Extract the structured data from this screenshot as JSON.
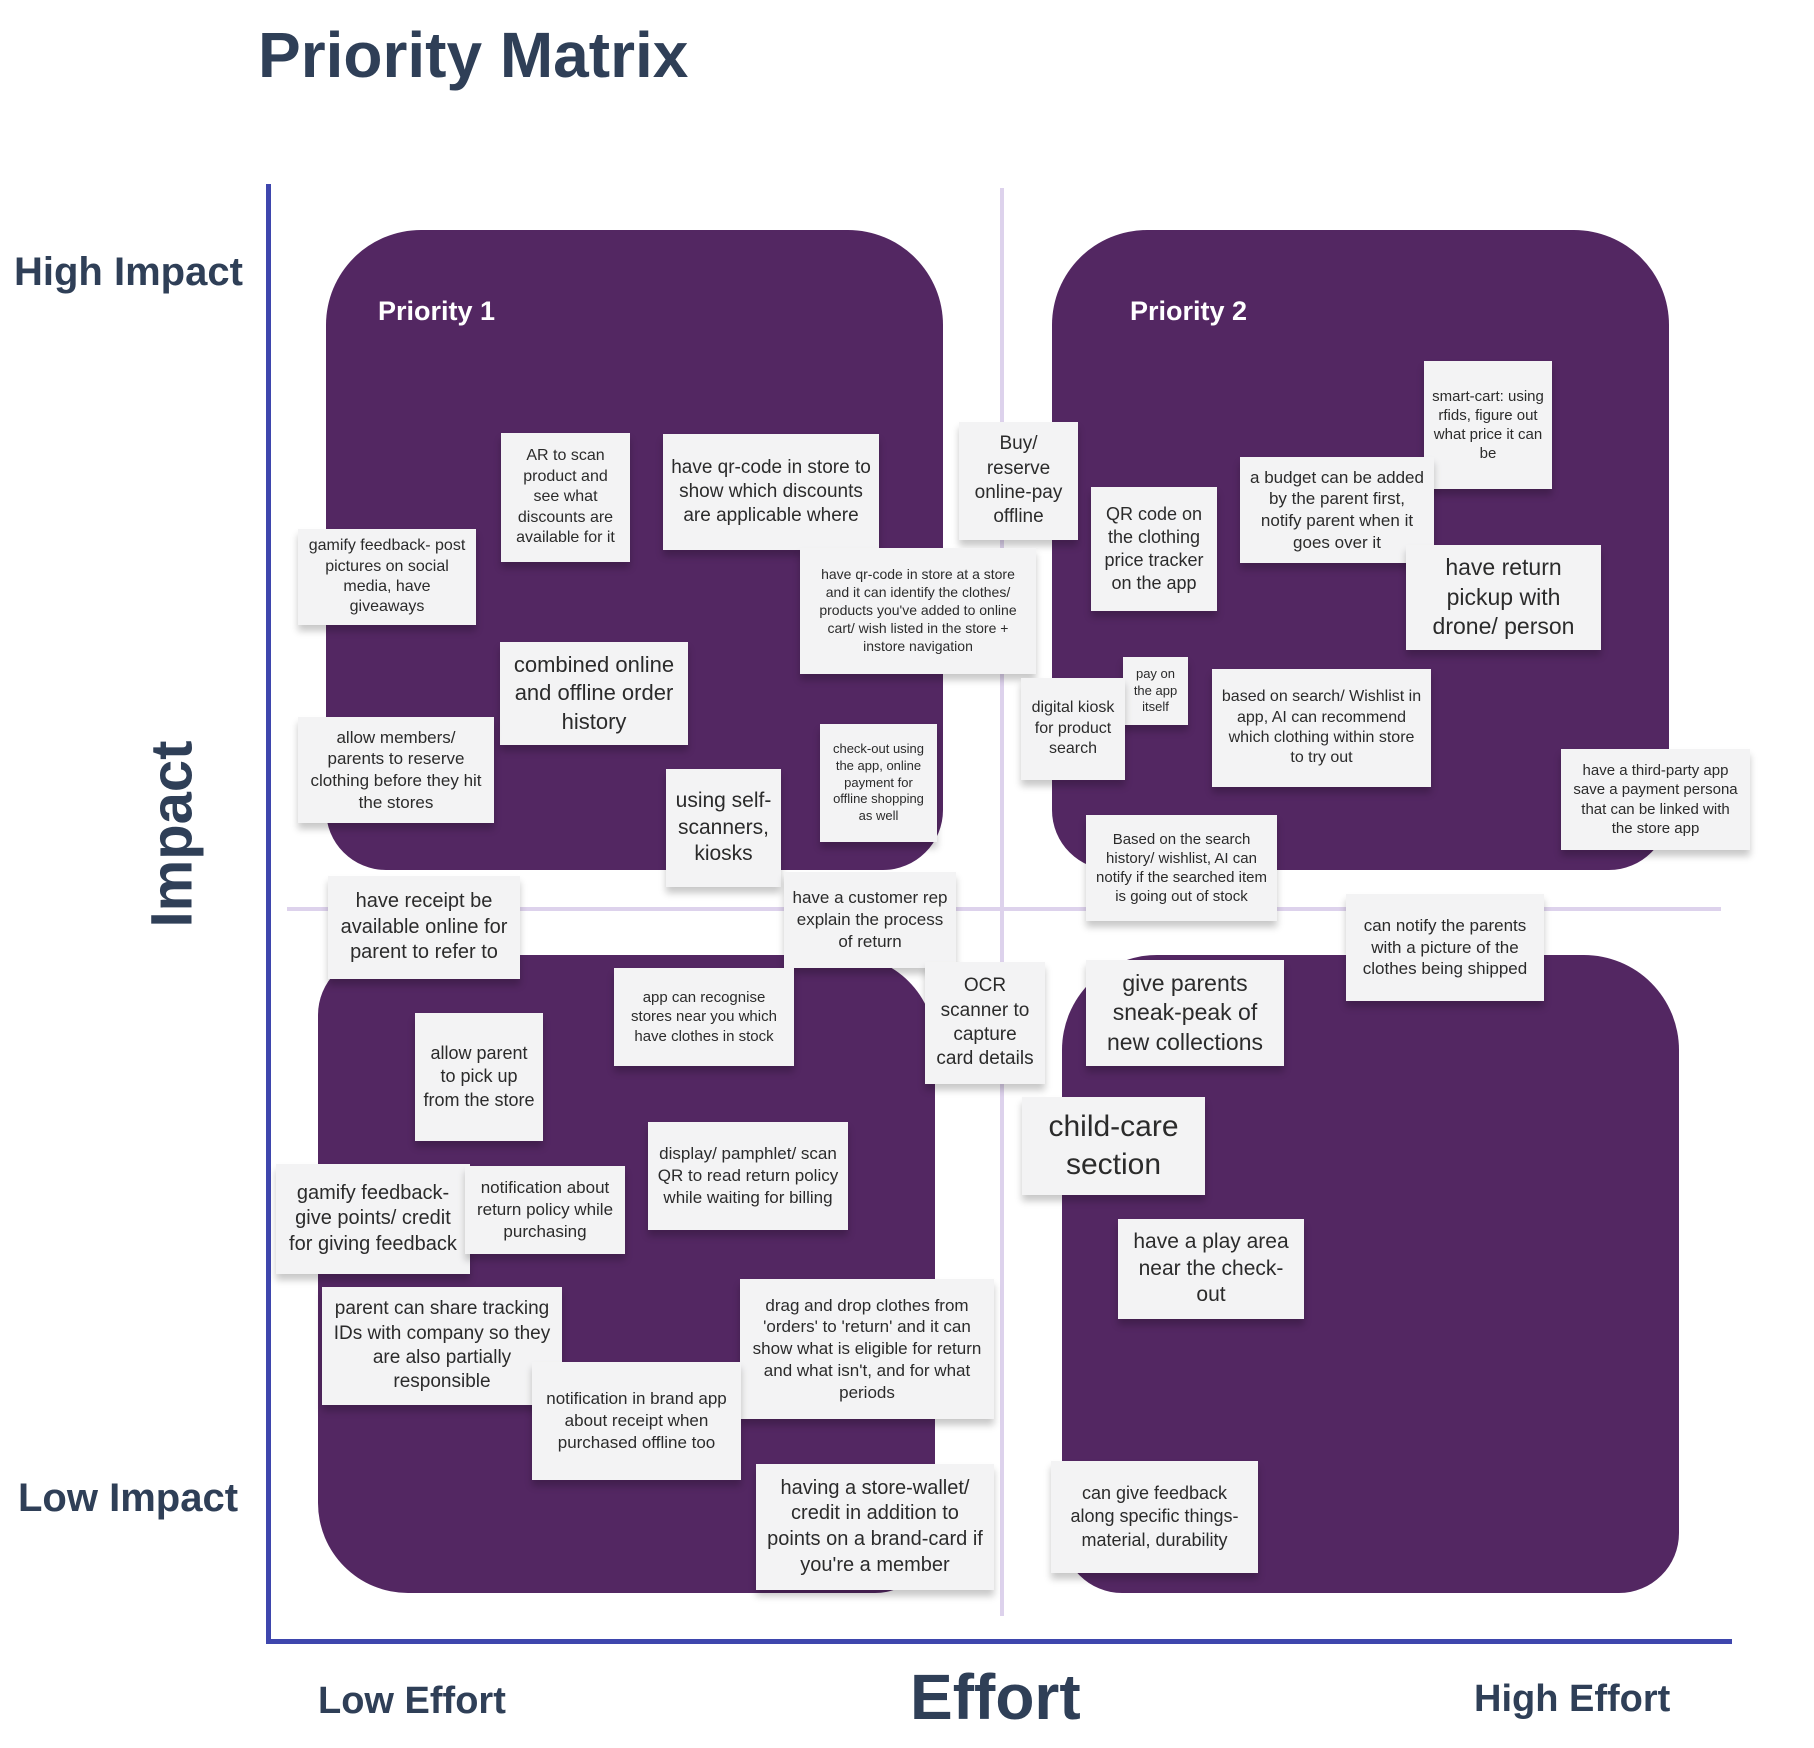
{
  "title": "Priority Matrix",
  "axes": {
    "y_title": "Impact",
    "y_high": "High Impact",
    "y_low": "Low Impact",
    "x_title": "Effort",
    "x_low": "Low Effort",
    "x_high": "High Effort"
  },
  "quadrants": {
    "top_left": {
      "label": "Priority 1"
    },
    "top_right": {
      "label": "Priority 2"
    }
  },
  "notes": [
    "AR to scan product and see what discounts are available for it",
    "have qr-code in store to show which discounts are applicable where",
    "Buy/ reserve online-pay offline",
    "gamify feedback- post pictures on social media, have giveaways",
    "have qr-code in store at a store and it can identify the clothes/ products you've added to online cart/ wish listed in the store + instore navigation",
    "combined online and offline order history",
    "allow members/ parents to reserve clothing before they hit the stores",
    "check-out using the app, online payment for offline shopping as well",
    "using self-scanners, kiosks",
    "smart-cart: using rfids, figure out what price it can be",
    "a budget can be added by the parent first, notify parent when it goes over it",
    "QR code on the clothing price tracker on the app",
    "have return pickup with drone/ person",
    "pay on the app itself",
    "digital kiosk for product search",
    "based on search/ Wishlist in app, AI can recommend which clothing within store to try out",
    "have a third-party app save a payment persona that can be linked with the store app",
    "Based on the search history/ wishlist, AI can notify if the searched item is going out of stock",
    "have a customer rep explain the process of return",
    "have receipt be available online for parent to refer to",
    "can notify the parents with a picture of the clothes being shipped",
    "OCR scanner to capture card details",
    "give parents sneak-peak of new collections",
    "app can recognise stores near you which have clothes in stock",
    "allow parent to pick up from the store",
    "child-care section",
    "display/ pamphlet/ scan QR to read return policy while waiting for billing",
    "gamify feedback- give points/ credit for giving feedback",
    "notification about return policy while purchasing",
    "have a play area near the check-out",
    "drag and drop clothes from 'orders' to 'return' and it can show what is eligible for return and what isn't, and for what periods",
    "parent can share tracking IDs with company so they are also partially responsible",
    "notification in brand app about receipt when purchased offline too",
    "having a store-wallet/ credit in addition to points on a brand-card if you're a member",
    "can give feedback along specific things- material, durability"
  ],
  "colors": {
    "quadrant_fill": "#532762",
    "axis": "#3e46ad",
    "guide": "#ddd2ec",
    "title_text": "#2f3f57",
    "note_fill": "#f3f3f4"
  }
}
